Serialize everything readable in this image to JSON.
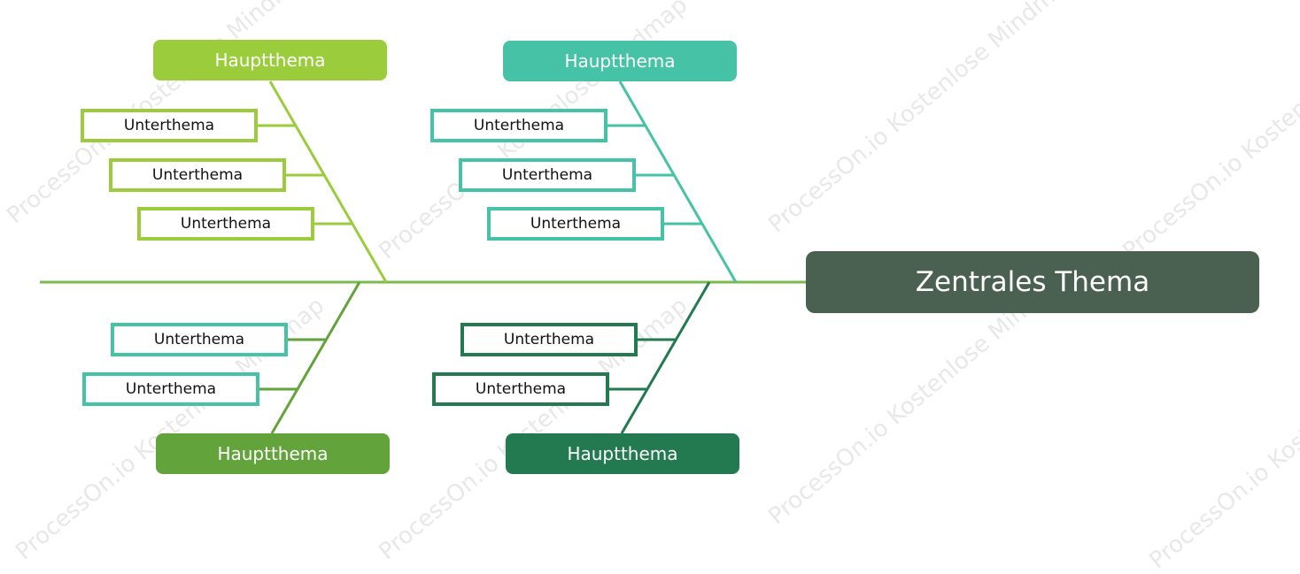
{
  "watermark_text": "ProcessOn.io Kostenlose Mindmap",
  "center_topic": {
    "label": "Zentrales Thema",
    "color": "#4a6152"
  },
  "spine_color": "#7aba4e",
  "branches": [
    {
      "label": "Hauptthema",
      "color": "#9acc3c",
      "subs": [
        "Unterthema",
        "Unterthema",
        "Unterthema"
      ]
    },
    {
      "label": "Hauptthema",
      "color": "#46c3a6",
      "subs": [
        "Unterthema",
        "Unterthema",
        "Unterthema"
      ]
    },
    {
      "label": "Hauptthema",
      "color": "#62a33b",
      "sub_border_color": "#46c3a6",
      "subs": [
        "Unterthema",
        "Unterthema"
      ]
    },
    {
      "label": "Hauptthema",
      "color": "#237a51",
      "subs": [
        "Unterthema",
        "Unterthema"
      ]
    }
  ]
}
